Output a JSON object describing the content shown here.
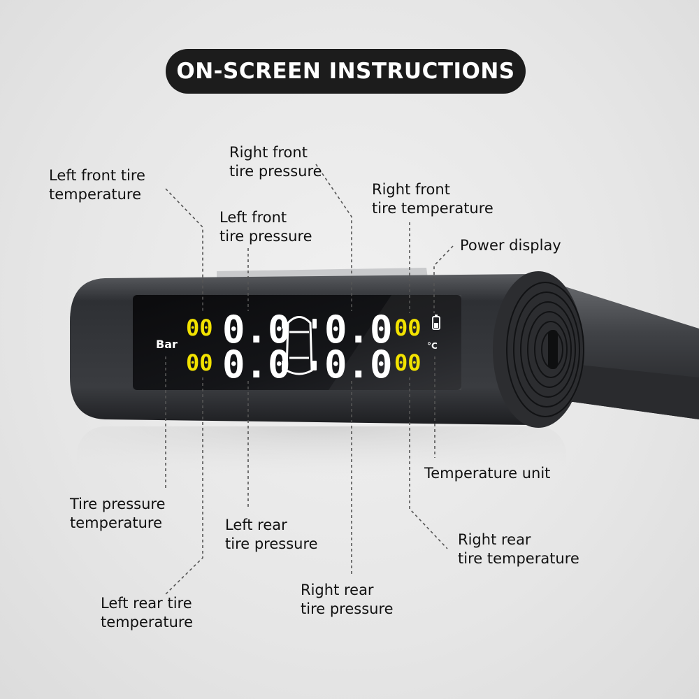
{
  "title": "ON-SCREEN INSTRUCTIONS",
  "labels": {
    "left_front_temp": [
      "Left front tire",
      "temperature"
    ],
    "right_front_pressure": [
      "Right front",
      "tire pressure"
    ],
    "left_front_pressure": [
      "Left front",
      "tire pressure"
    ],
    "right_front_temp": [
      "Right front",
      "tire temperature"
    ],
    "power_display": [
      "Power display"
    ],
    "temperature_unit": [
      "Temperature unit"
    ],
    "tire_pressure_temp": [
      "Tire pressure",
      "temperature"
    ],
    "left_rear_pressure": [
      "Left rear",
      "tire pressure"
    ],
    "right_rear_temp": [
      "Right rear",
      "tire temperature"
    ],
    "left_rear_temp": [
      "Left rear tire",
      "temperature"
    ],
    "right_rear_pressure": [
      "Right rear",
      "tire pressure"
    ]
  },
  "display": {
    "pressure_unit": "Bar",
    "temp_unit": "°C",
    "left_front_temp": "00",
    "left_front_pressure": "0.0",
    "right_front_pressure": "0.0",
    "right_front_temp": "00",
    "left_rear_temp": "00",
    "left_rear_pressure": "0.0",
    "right_rear_pressure": "0.0",
    "right_rear_temp": "00"
  },
  "colors": {
    "temp_digits": "#f2e200",
    "pressure_digits": "#ffffff",
    "title_bg": "#1c1c1c"
  }
}
